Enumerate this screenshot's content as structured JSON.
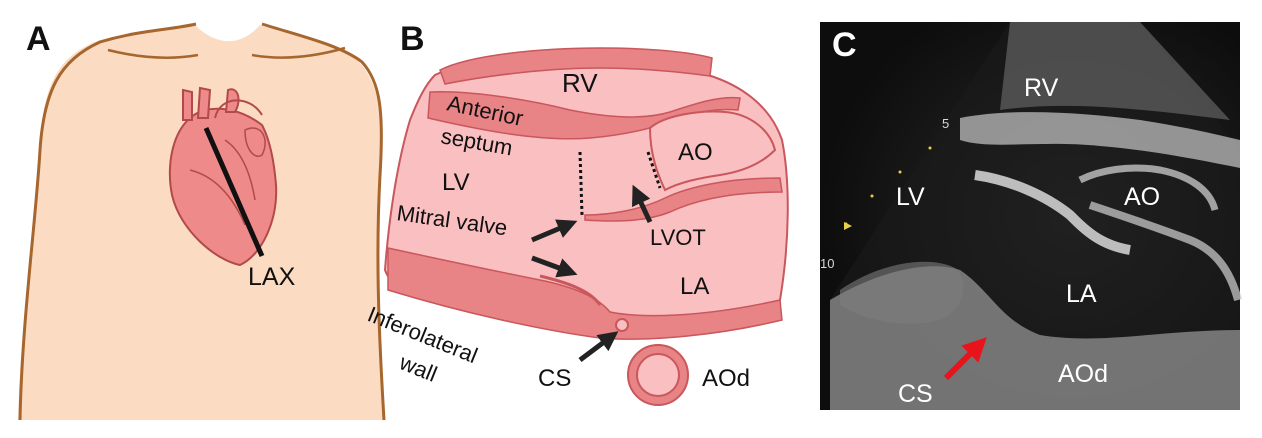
{
  "panels": {
    "a": {
      "letter": "A",
      "labels": {
        "lax": "LAX"
      }
    },
    "b": {
      "letter": "B",
      "labels": {
        "rv": "RV",
        "anterior": "Anterior",
        "septum": "septum",
        "ao": "AO",
        "lv": "LV",
        "mitral_valve": "Mitral valve",
        "lvot": "LVOT",
        "la": "LA",
        "inferolateral": "Inferolateral",
        "wall": "wall",
        "cs": "CS",
        "aod": "AOd"
      }
    },
    "c": {
      "letter": "C",
      "labels": {
        "rv": "RV",
        "lv": "LV",
        "ao": "AO",
        "la": "LA",
        "cs": "CS",
        "aod": "AOd"
      },
      "depth_marks": [
        "5",
        "10"
      ]
    }
  },
  "colors": {
    "skin": "#fbdcc2",
    "skin_outline": "#a6662e",
    "heart": "#ef8a8a",
    "heart_dark": "#b24a4a",
    "wall": "#e88386",
    "chamber": "#f9bfc1",
    "ultrasound_bg": "#151515",
    "red_arrow": "#e8141c"
  }
}
